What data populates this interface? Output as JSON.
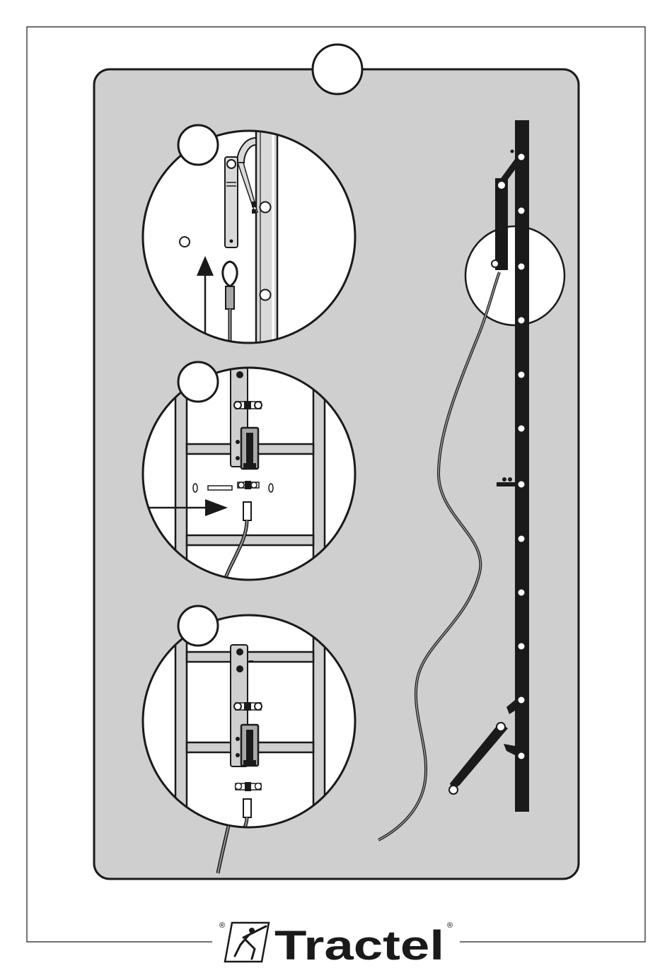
{
  "brand": {
    "name": "Tractel",
    "registered_mark": "®"
  },
  "panel": {
    "main_callout_label": "",
    "steps": [
      {
        "id": "step-1",
        "callout_label": ""
      },
      {
        "id": "step-2",
        "callout_label": ""
      },
      {
        "id": "step-3",
        "callout_label": ""
      }
    ]
  },
  "colors": {
    "panel_fill": "#cfcfcf",
    "line": "#1a1a1a",
    "white": "#ffffff",
    "metal": "#a8a8a8"
  },
  "icons": [
    "tractel-logo-icon",
    "arrow-up-icon",
    "arrow-right-icon",
    "cable-thimble-icon"
  ]
}
